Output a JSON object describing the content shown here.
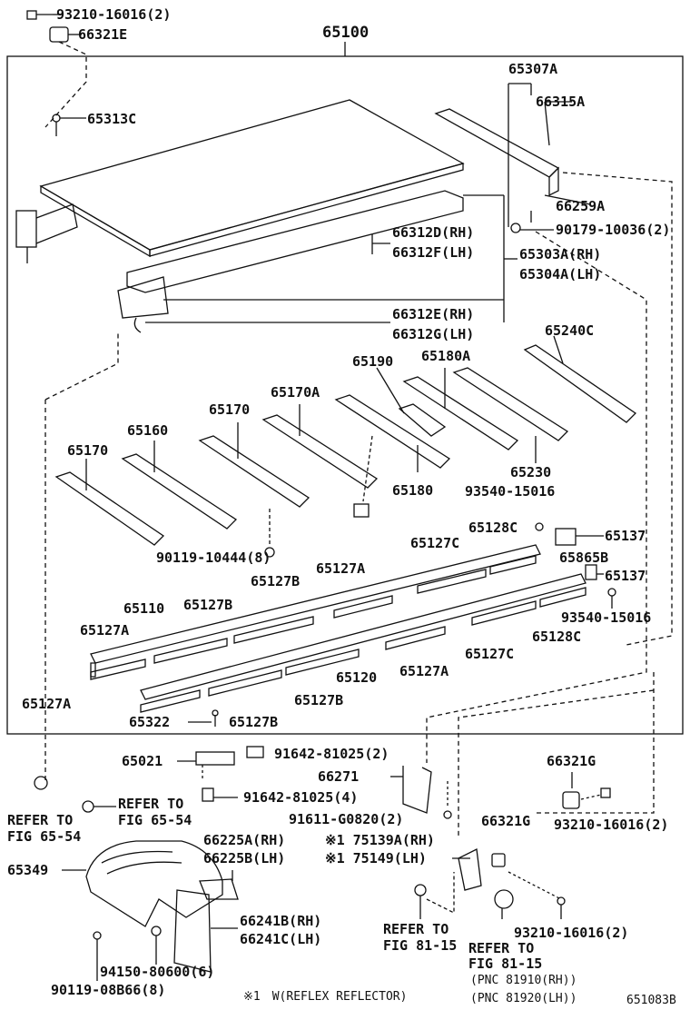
{
  "diagram": {
    "main_assembly": "65100",
    "figure_id": "651083B",
    "footnote": "※1　W(REFLEX REFLECTOR)",
    "labels": {
      "bolt_top": "93210-16016(2)",
      "bracket_top": "66321E",
      "p65313c": "65313C",
      "p65307a": "65307A",
      "p66315a": "66315A",
      "p66259a": "66259A",
      "p90179": "90179-10036(2)",
      "p66312d": "66312D(RH)",
      "p66312f": "66312F(LH)",
      "p65303a": "65303A(RH)",
      "p65304a": "65304A(LH)",
      "p66312e": "66312E(RH)",
      "p66312g": "66312G(LH)",
      "p65240c": "65240C",
      "p65190": "65190",
      "p65180a": "65180A",
      "p65170a": "65170A",
      "p65170_mid": "65170",
      "p65160": "65160",
      "p65170_left": "65170",
      "p65180": "65180",
      "p65230": "65230",
      "p93540_top": "93540-15016",
      "p65128c_top": "65128C",
      "p65137_top": "65137",
      "p90119_10444": "90119-10444(8)",
      "p65127c_top": "65127C",
      "p65865b": "65865B",
      "p65127a_top": "65127A",
      "p65127b_top": "65127B",
      "p65137_mid": "65137",
      "p65110": "65110",
      "p65127b_left": "65127B",
      "p65127a_left": "65127A",
      "p93540_mid": "93540-15016",
      "p65128c_mid": "65128C",
      "p65127c_mid": "65127C",
      "p65127a_mid": "65127A",
      "p65120": "65120",
      "p65127a_bot": "65127A",
      "p65127b_bot": "65127B",
      "p65322": "65322",
      "p65127b_bot2": "65127B",
      "p65021": "65021",
      "p91642_2": "91642-81025(2)",
      "p66271": "66271",
      "p91642_4": "91642-81025(4)",
      "p91611": "91611-G0820(2)",
      "p66321g_top": "66321G",
      "p66321g_mid": "66321G",
      "p93210_right": "93210-16016(2)",
      "refer_1a": "REFER TO",
      "refer_1b": "FIG 65-54",
      "refer_2a": "REFER TO",
      "refer_2b": "FIG 65-54",
      "p66225a": "66225A(RH)",
      "p66225b": "66225B(LH)",
      "p75139a": "※1 75139A(RH)",
      "p75149": "※1 75149(LH)",
      "p65349": "65349",
      "p66241b": "66241B(RH)",
      "p66241c": "66241C(LH)",
      "p93210_bot": "93210-16016(2)",
      "refer_3a": "REFER TO",
      "refer_3b": "FIG 81-15",
      "refer_4a": "REFER TO",
      "refer_4b": "FIG 81-15",
      "pnc_rh": "(PNC 81910(RH))",
      "pnc_lh": "(PNC 81920(LH))",
      "p94150": "94150-80600(6)",
      "p90119_08b66": "90119-08B66(8)"
    }
  }
}
